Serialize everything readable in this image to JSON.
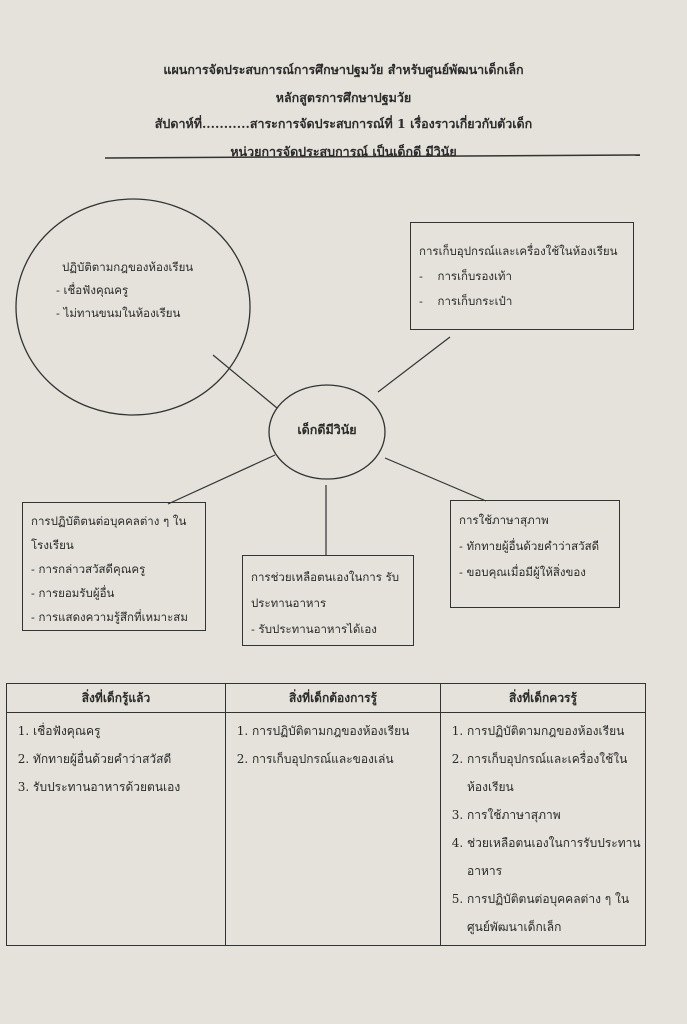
{
  "header": {
    "line1": "แผนการจัดประสบการณ์การศึกษาปฐมวัย สำหรับศูนย์พัฒนาเด็กเล็ก",
    "line2": "หลักสูตรการศึกษาปฐมวัย",
    "line3": "สัปดาห์ที่...........สาระการจัดประสบการณ์ที่ 1  เรื่องราวเกี่ยวกับตัวเด็ก",
    "line4": "หน่วยการจัดประสบการณ์  เป็นเด็กดี มีวินัย"
  },
  "mindmap": {
    "center": "เด็กดีมีวินัย",
    "nodes": [
      {
        "title": "ปฏิบัติตามกฎของห้องเรียน",
        "items": [
          "- เชื่อฟังคุณครู",
          "- ไม่ทานขนมในห้องเรียน"
        ]
      },
      {
        "title": "การเก็บอุปกรณ์และเครื่องใช้ในห้องเรียน",
        "items": [
          "-    การเก็บรองเท้า",
          "-    การเก็บกระเป๋า"
        ]
      },
      {
        "title": "การปฏิบัติตนต่อบุคคลต่าง ๆ ใน โรงเรียน",
        "items": [
          "- การกล่าวสวัสดีคุณครู",
          "- การยอมรับผู้อื่น",
          "- การแสดงความรู้สึกที่เหมาะสม"
        ]
      },
      {
        "title": "การช่วยเหลือตนเองในการ รับประทานอาหาร",
        "items": [
          "- รับประทานอาหารได้เอง"
        ]
      },
      {
        "title": "การใช้ภาษาสุภาพ",
        "items": [
          "- ทักทายผู้อื่นด้วยคำว่าสวัสดี",
          "- ขอบคุณเมื่อมีผู้ให้สิ่งของ"
        ]
      }
    ]
  },
  "table": {
    "headers": [
      "สิ่งที่เด็กรู้แล้ว",
      "สิ่งที่เด็กต้องการรู้",
      "สิ่งที่เด็กควรรู้"
    ],
    "columns": [
      [
        "เชื่อฟังคุณครู",
        "ทักทายผู้อื่นด้วยคำว่าสวัสดี",
        "รับประทานอาหารด้วยตนเอง"
      ],
      [
        "การปฏิบัติตามกฎของห้องเรียน",
        "การเก็บอุปกรณ์และของเล่น"
      ],
      [
        "การปฏิบัติตามกฎของห้องเรียน",
        "การเก็บอุปกรณ์และเครื่องใช้ในห้องเรียน",
        "การใช้ภาษาสุภาพ",
        "ช่วยเหลือตนเองในการรับประทานอาหาร",
        "การปฏิบัติตนต่อบุคคลต่าง ๆ ในศูนย์พัฒนาเด็กเล็ก"
      ]
    ]
  }
}
